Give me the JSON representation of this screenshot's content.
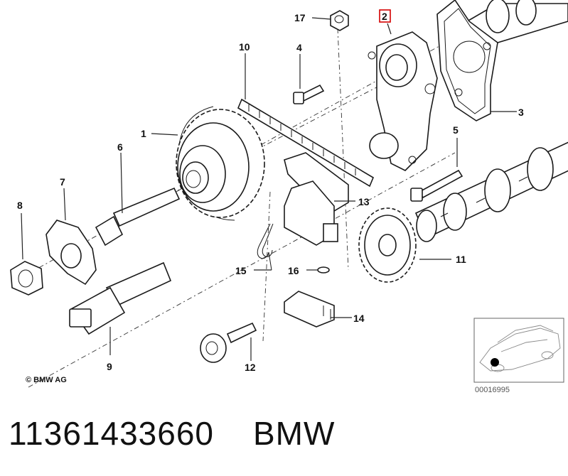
{
  "diagram": {
    "callouts": {
      "c1": "1",
      "c2": "2",
      "c3": "3",
      "c4": "4",
      "c5": "5",
      "c6": "6",
      "c7": "7",
      "c8": "8",
      "c9": "9",
      "c10": "10",
      "c11": "11",
      "c12": "12",
      "c13": "13",
      "c14": "14",
      "c15": "15",
      "c16": "16",
      "c17": "17"
    },
    "highlight_color": "#d40000",
    "copyright": "© BMW AG",
    "inset_code": "00016995"
  },
  "footer": {
    "part_number": "11361433660",
    "brand": "BMW"
  }
}
